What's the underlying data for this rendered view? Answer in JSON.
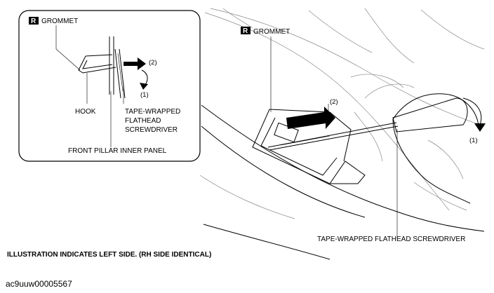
{
  "inset": {
    "badge_letter": "R",
    "grommet_label": "GROMMET",
    "hook_label": "HOOK",
    "screwdriver_label": [
      "TAPE-WRAPPED",
      "FLATHEAD",
      "SCREWDRIVER"
    ],
    "panel_label": "FRONT PILLAR INNER PANEL",
    "step_1": "(1)",
    "step_2": "(2)"
  },
  "main": {
    "badge_letter": "R",
    "grommet_label": "GROMMET",
    "step_1": "(1)",
    "step_2": "(2)",
    "screwdriver_label": "TAPE-WRAPPED FLATHEAD SCREWDRIVER"
  },
  "caption": "ILLUSTRATION INDICATES LEFT SIDE. (RH SIDE IDENTICAL)",
  "image_code": "ac9uuw00005567"
}
